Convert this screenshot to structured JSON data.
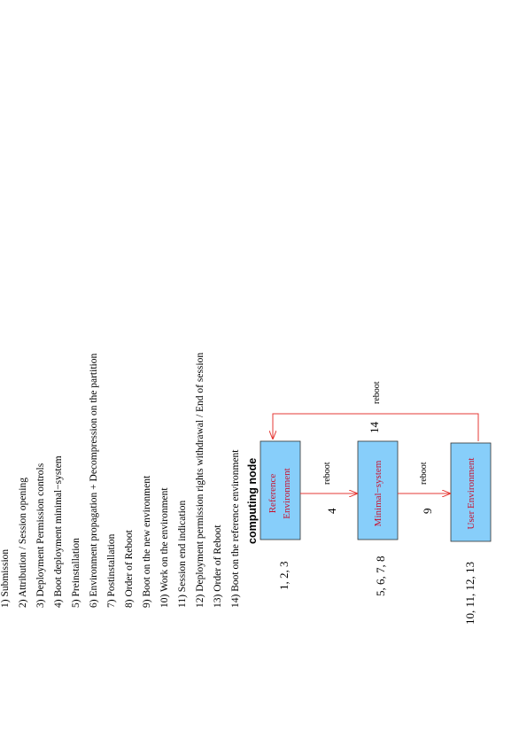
{
  "steps": [
    "1) Submission",
    "2) Attribution / Session opening",
    "3) Deployment Permission controls",
    "4) Boot deployment minimal−system",
    "5) Preinstallation",
    "6) Environment propagation + Decompression on the partition",
    "7) Postinstallation",
    "8) Order of Reboot",
    "9) Boot on the new environment",
    "10) Work on the environment",
    "11) Session end indication",
    "12) Deployment permission rights withdrawal / End of session",
    "13) Order of Reboot",
    "14) Boot on the reference environment"
  ],
  "diagram": {
    "title": "computing node",
    "boxes": {
      "reference": {
        "line1": "Reference",
        "line2": "Environment",
        "steps": "1, 2, 3"
      },
      "minimal": {
        "label": "Minimal−system",
        "steps": "5, 6, 7, 8"
      },
      "user": {
        "label": "User Environment",
        "steps": "10, 11, 12, 13"
      }
    },
    "arrows": {
      "ref_to_min": {
        "label": "reboot",
        "step": "4"
      },
      "min_to_user": {
        "label": "reboot",
        "step": "9"
      },
      "user_to_ref": {
        "label": "reboot",
        "step": "14"
      }
    },
    "colors": {
      "box_fill": "#87cefa",
      "box_text": "#c8102e",
      "arrow": "#e53935",
      "text": "#000000"
    }
  }
}
